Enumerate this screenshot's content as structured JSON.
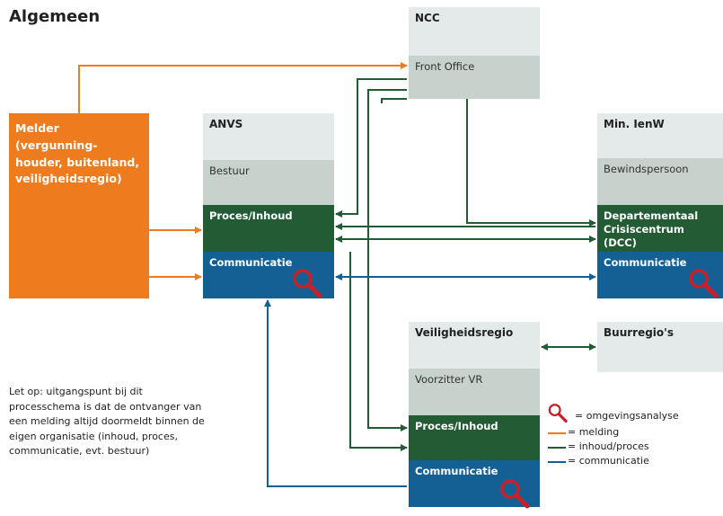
{
  "title": "Algemeen",
  "melder": {
    "label": "Melder",
    "sub": "(vergunning-houder, buitenland, veiligheidsregio)"
  },
  "ncc": {
    "title": "NCC",
    "front_office": "Front Office"
  },
  "anvs": {
    "title": "ANVS",
    "bestuur": "Bestuur",
    "proces": "Proces/Inhoud",
    "communicatie": "Communicatie"
  },
  "ienw": {
    "title": "Min. IenW",
    "bewind": "Bewindspersoon",
    "dcc": "Departementaal Crisiscentrum (DCC)",
    "communicatie": "Communicatie"
  },
  "vr": {
    "title": "Veiligheidsregio",
    "voorzitter": "Voorzitter VR",
    "proces": "Proces/Inhoud",
    "communicatie": "Communicatie"
  },
  "buurregios": {
    "title": "Buurregio's"
  },
  "note": "Let op: uitgangspunt bij dit processchema is dat de ontvanger van een melding altijd doormeldt binnen de eigen organisatie (inhoud, proces, communicatie, evt. bestuur)",
  "legend": {
    "omgeving": "= omgevingsanalyse",
    "melding": "= melding",
    "inhoud": "= inhoud/proces",
    "communicatie": "= communicatie"
  },
  "colors": {
    "orange": "#ee7b1d",
    "green": "#235b34",
    "blue": "#145f94",
    "magnifier": "#c8202b"
  }
}
